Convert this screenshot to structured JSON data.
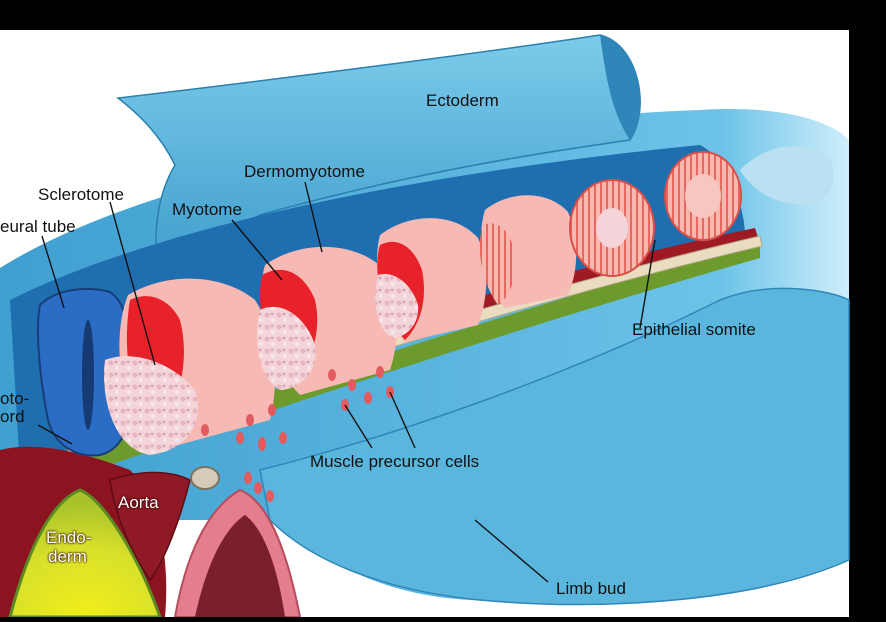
{
  "labels": {
    "ectoderm": "Ectoderm",
    "dermomyotome": "Dermomyotome",
    "sclerotome": "Sclerotome",
    "myotome": "Myotome",
    "neural_tube": "eural tube",
    "epithelial_somite": "Epithelial somite",
    "notochord_line1": "oto-",
    "notochord_line2": "ord",
    "muscle_precursor_cells": "Muscle precursor cells",
    "aorta": "Aorta",
    "endoderm_line1": "Endo-",
    "endoderm_line2": "derm",
    "limb_bud": "Limb bud"
  },
  "colors": {
    "background": "#000000",
    "canvas": "#ffffff",
    "ectoderm": "#5bb6dd",
    "ectoderm_dark": "#2f86b8",
    "inner_cavity": "#1f6fb0",
    "neural_tube": "#2b6cc4",
    "somite": "#f6b9b3",
    "somite_edge": "#e2564f",
    "sclerotome": "#f4d2d6",
    "myotome": "#e8222a",
    "notochord": "#e9dcc0",
    "mesoderm_green": "#6c9a2c",
    "aorta": "#9e1b25",
    "endoderm": "#d7e22a",
    "gut_pink": "#e47d8c"
  }
}
